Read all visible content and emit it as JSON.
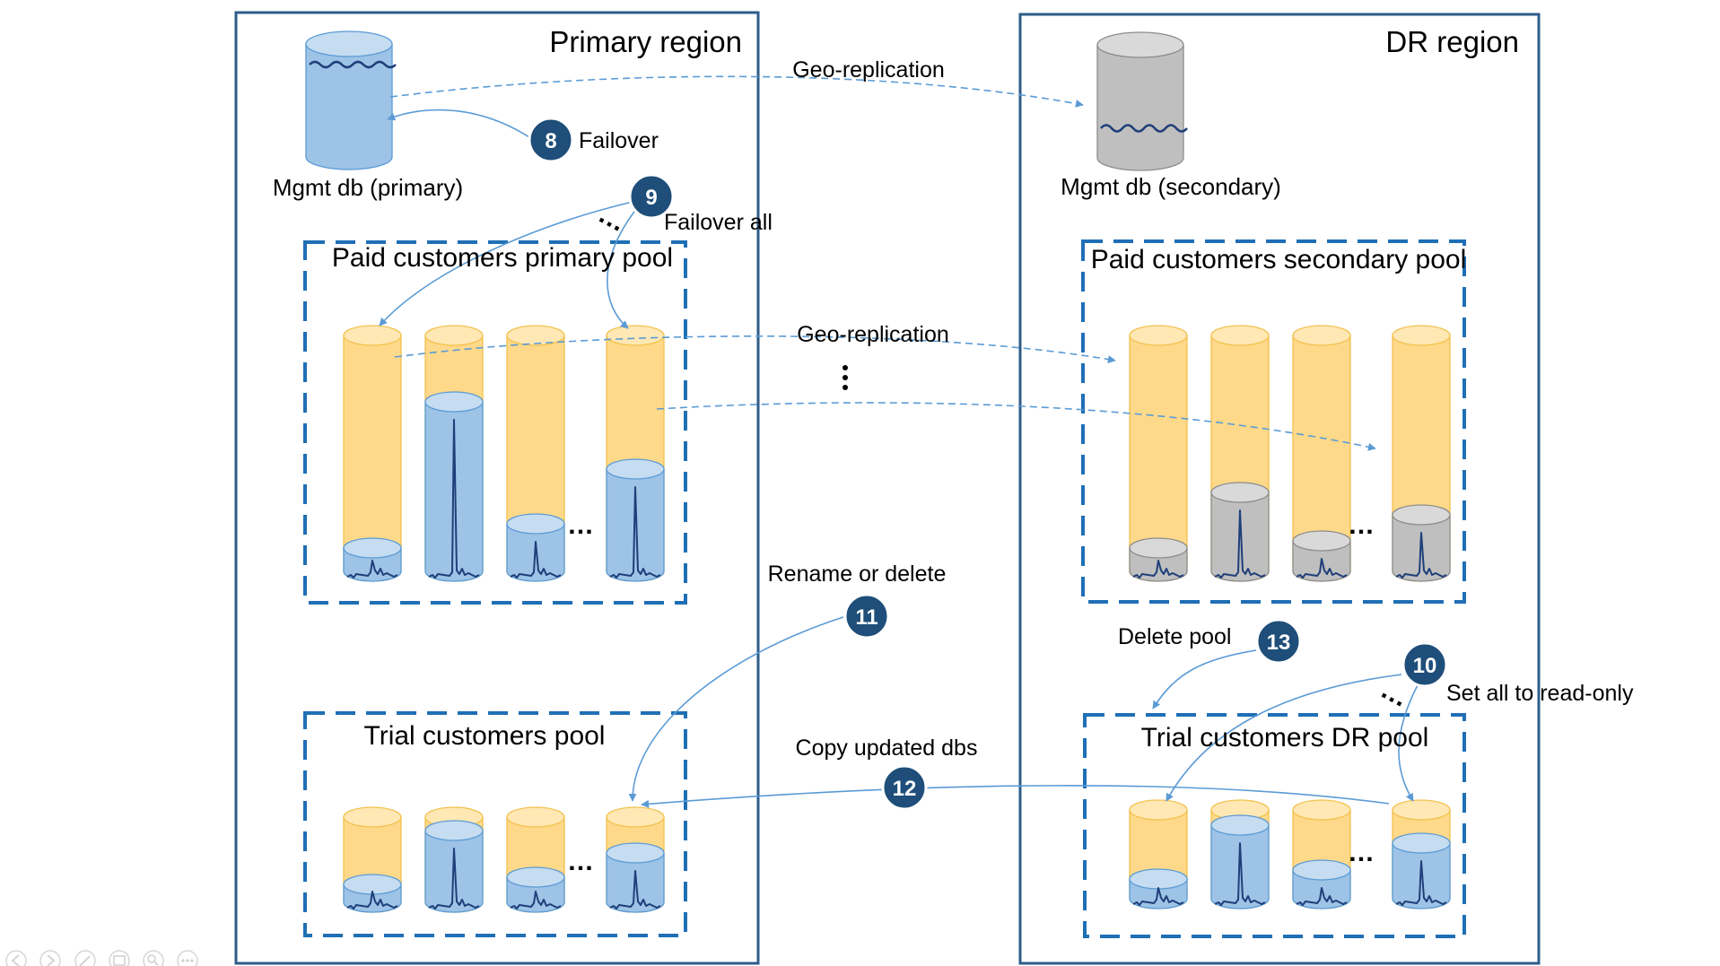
{
  "regions": {
    "primary": {
      "title": "Primary region"
    },
    "dr": {
      "title": "DR region"
    }
  },
  "databases": {
    "mgmt_primary": {
      "label": "Mgmt db (primary)"
    },
    "mgmt_secondary": {
      "label": "Mgmt db (secondary)"
    }
  },
  "pools": {
    "paid_primary": {
      "title": "Paid customers primary pool"
    },
    "paid_secondary": {
      "title": "Paid customers secondary pool"
    },
    "trial_primary": {
      "title": "Trial customers pool"
    },
    "trial_dr": {
      "title": "Trial customers DR pool"
    }
  },
  "flows": {
    "geo_replication_mgmt": "Geo-replication",
    "geo_replication_pool": "Geo-replication",
    "failover": "Failover",
    "failover_all": "Failover all",
    "rename_or_delete": "Rename or delete",
    "copy_updated_dbs": "Copy updated dbs",
    "delete_pool": "Delete pool",
    "set_read_only": "Set all to read-only"
  },
  "steps": {
    "s8": "8",
    "s9": "9",
    "s10": "10",
    "s11": "11",
    "s12": "12",
    "s13": "13"
  },
  "ellipsis": "…",
  "colors": {
    "region_border": "#2E5C8A",
    "pool_border": "#1F6FB5",
    "badge_fill": "#1E4E79",
    "arrow": "#5B9BD5",
    "yellow_fill": "#FFD98A",
    "yellow_top": "#FFE8B4",
    "yellow_stroke": "#F2C14E",
    "blue_fill": "#9DC3E6",
    "blue_top": "#C5DCF1",
    "blue_stroke": "#5B9BD5",
    "gray_fill": "#BFBFBF",
    "gray_top": "#D9D9D9",
    "gray_stroke": "#8C8C8C",
    "spike": "#1F3F7A"
  },
  "nav_controls": [
    "previous-icon",
    "next-icon",
    "pen-icon",
    "slides-icon",
    "zoom-icon",
    "more-icon"
  ]
}
